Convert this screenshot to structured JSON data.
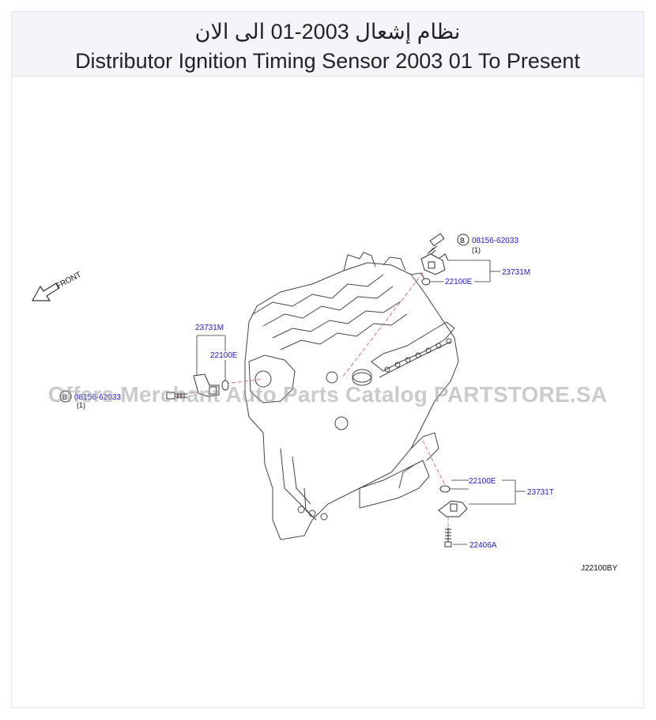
{
  "header": {
    "title_ar": "نظام إشعال 2003-01 الى الان",
    "title_en": "Distributor Ignition Timing Sensor 2003 01 To Present"
  },
  "diagram": {
    "front_label": "FRONT",
    "diagram_code": "J22100BY",
    "bolt_marker": "B",
    "callouts": {
      "top_bolt_part": "08156-62033",
      "top_bolt_qty": "(1)",
      "top_sensor_part": "23731M",
      "top_oring_part": "22100E",
      "left_sensor_part": "23731M",
      "left_oring_part": "22100E",
      "left_bolt_part": "08156-62033",
      "left_bolt_qty": "(1)",
      "bottom_oring_part": "22100E",
      "bottom_sensor_part": "23731T",
      "bottom_bolt_part": "22406A"
    }
  },
  "watermark": "Offers Merchant Auto Parts Catalog PARTSTORE.SA",
  "colors": {
    "label_blue": "#1a1ad6",
    "line_dark": "#333333",
    "dash_red": "#e06060",
    "header_bg": "#f3f5f9"
  }
}
